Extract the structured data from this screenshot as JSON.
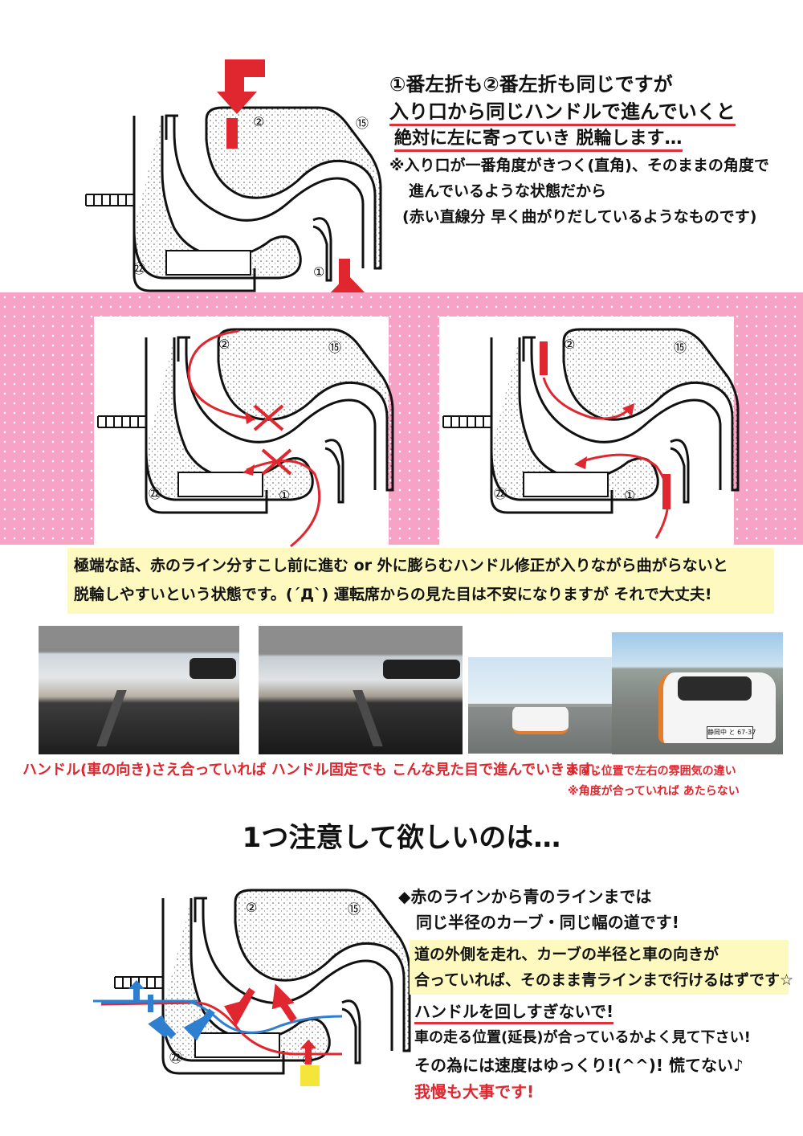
{
  "top_notes": {
    "line1": "①番左折も②番左折も同じですが",
    "line2": "入り口から同じハンドルで進んでいくと",
    "line3": "絶対に左に寄っていき 脱輪します…",
    "line4": "※入り口が一番角度がきつく(直角)、そのままの角度で",
    "line5": "進んでいるような状態だから",
    "line6": "(赤い直線分 早く曲がりだしているようなものです)"
  },
  "course_labels": {
    "n1": "①",
    "n2": "②",
    "n15": "⑮",
    "n22": "㉒"
  },
  "pink_note": {
    "line1": "極端な話、赤のライン分すこし前に進む or 外に膨らむハンドル修正が入りながら曲がらないと",
    "line2": "脱輪しやすいという状態です。(´Д`) 運転席からの見た目は不安になりますが それで大丈夫!"
  },
  "photo_caption": {
    "main": "ハンドル(車の向き)さえ合っていれば ハンドル固定でも こんな見た目で進んでいきます。",
    "note1": "※同じ位置で左右の雰囲気の違い",
    "note2": "※角度が合っていれば あたらない"
  },
  "plate_text": "静岡中 と 67-37",
  "heading": "1つ注意して欲しいのは…",
  "bottom_notes": {
    "line1": "◆赤のラインから青のラインまでは",
    "line2": "同じ半径のカーブ・同じ幅の道です!",
    "line3": "道の外側を走れ、カーブの半径と車の向きが",
    "line4": "合っていれば、そのまま青ラインまで行けるはずです☆",
    "line5": "ハンドルを回しすぎないで!",
    "line6": "車の走る位置(延長)が合っているかよく見て下さい!",
    "line7": "その為には速度はゆっくり!(^^)! 慌てない♪",
    "line8": "我慢も大事です!"
  },
  "colors": {
    "accent_red": "#e0262e",
    "pink_bg": "#f7a3c6",
    "highlight_yellow": "#fdf9bf",
    "blue_line": "#2f7fd1"
  }
}
